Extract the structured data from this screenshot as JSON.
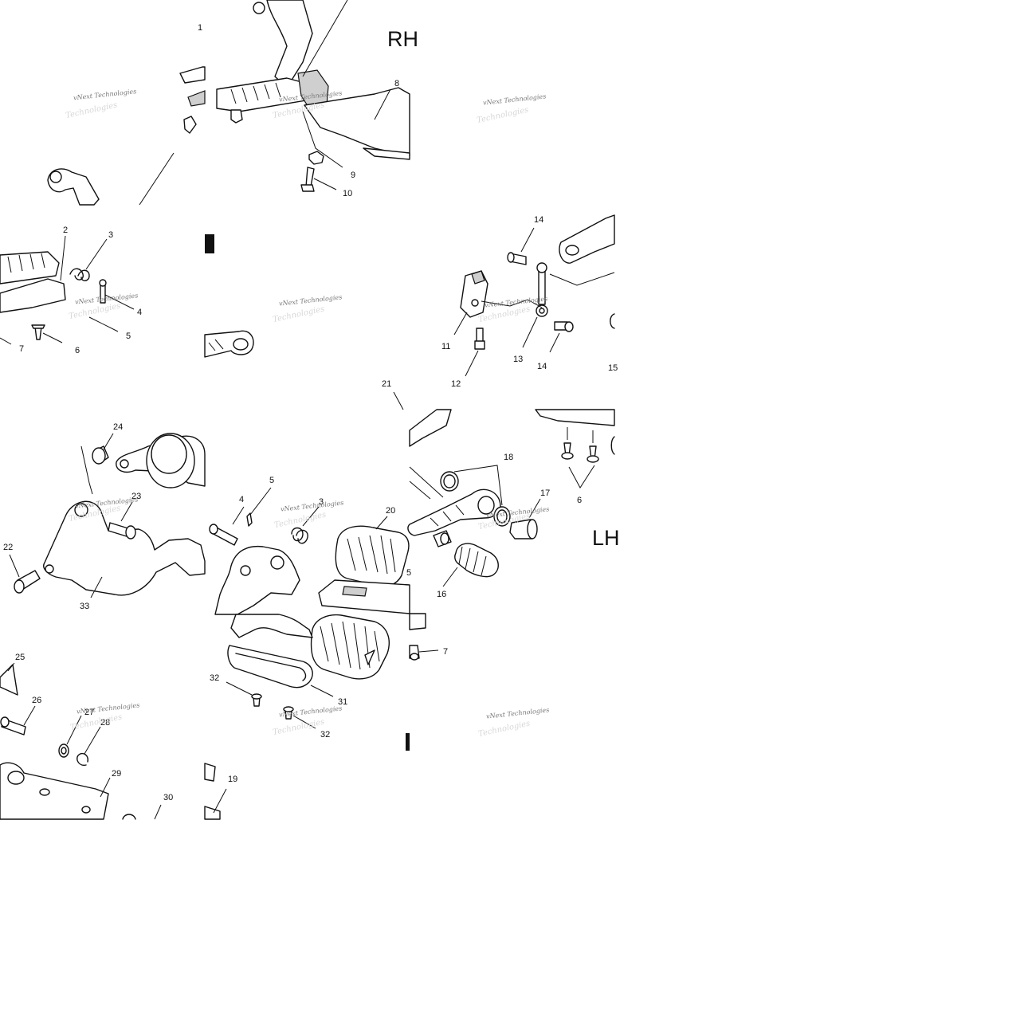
{
  "watermark_text": "vNext Technologies",
  "side_labels": {
    "rh": "RH",
    "lh": "LH"
  },
  "callouts": [
    "1",
    "2",
    "3",
    "4",
    "5",
    "6",
    "7",
    "8",
    "9",
    "10",
    "11",
    "12",
    "13",
    "14",
    "15",
    "16",
    "17",
    "18",
    "19",
    "20",
    "21",
    "22",
    "23",
    "24",
    "25",
    "26",
    "27",
    "28",
    "29",
    "30",
    "31",
    "32",
    "33"
  ]
}
